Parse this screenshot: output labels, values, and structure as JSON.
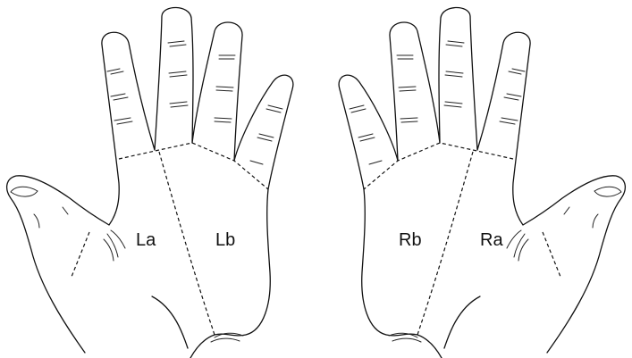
{
  "regions": {
    "left_a": "La",
    "left_b": "Lb",
    "right_b": "Rb",
    "right_a": "Ra"
  }
}
